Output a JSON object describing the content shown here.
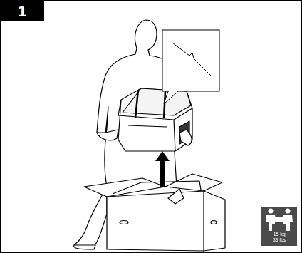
{
  "diagram": {
    "nodes": [
      {
        "text": [
          "1"
        ]
      },
      {
        "text": [
          "15 kg",
          "33 lbs"
        ]
      }
    ]
  }
}
